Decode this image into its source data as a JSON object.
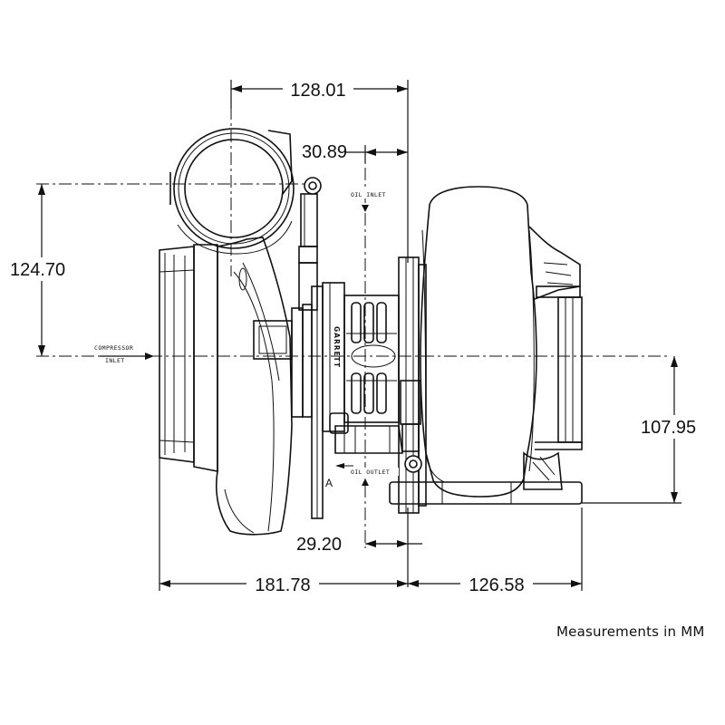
{
  "dimensions": {
    "top_width": "128.01",
    "oil_inlet_offset": "30.89",
    "compressor_height": "124.70",
    "turbine_height": "107.95",
    "oil_outlet_offset": "29.20",
    "compressor_width": "181.78",
    "turbine_width": "126.58"
  },
  "labels": {
    "oil_inlet": "OIL INLET",
    "oil_outlet": "OIL OUTLET",
    "compressor_inlet_line1": "COMPRESSOR",
    "compressor_inlet_line2": "INLET",
    "view_marker": "A",
    "brand": "GARRETT"
  },
  "footnote": "Measurements in MM"
}
